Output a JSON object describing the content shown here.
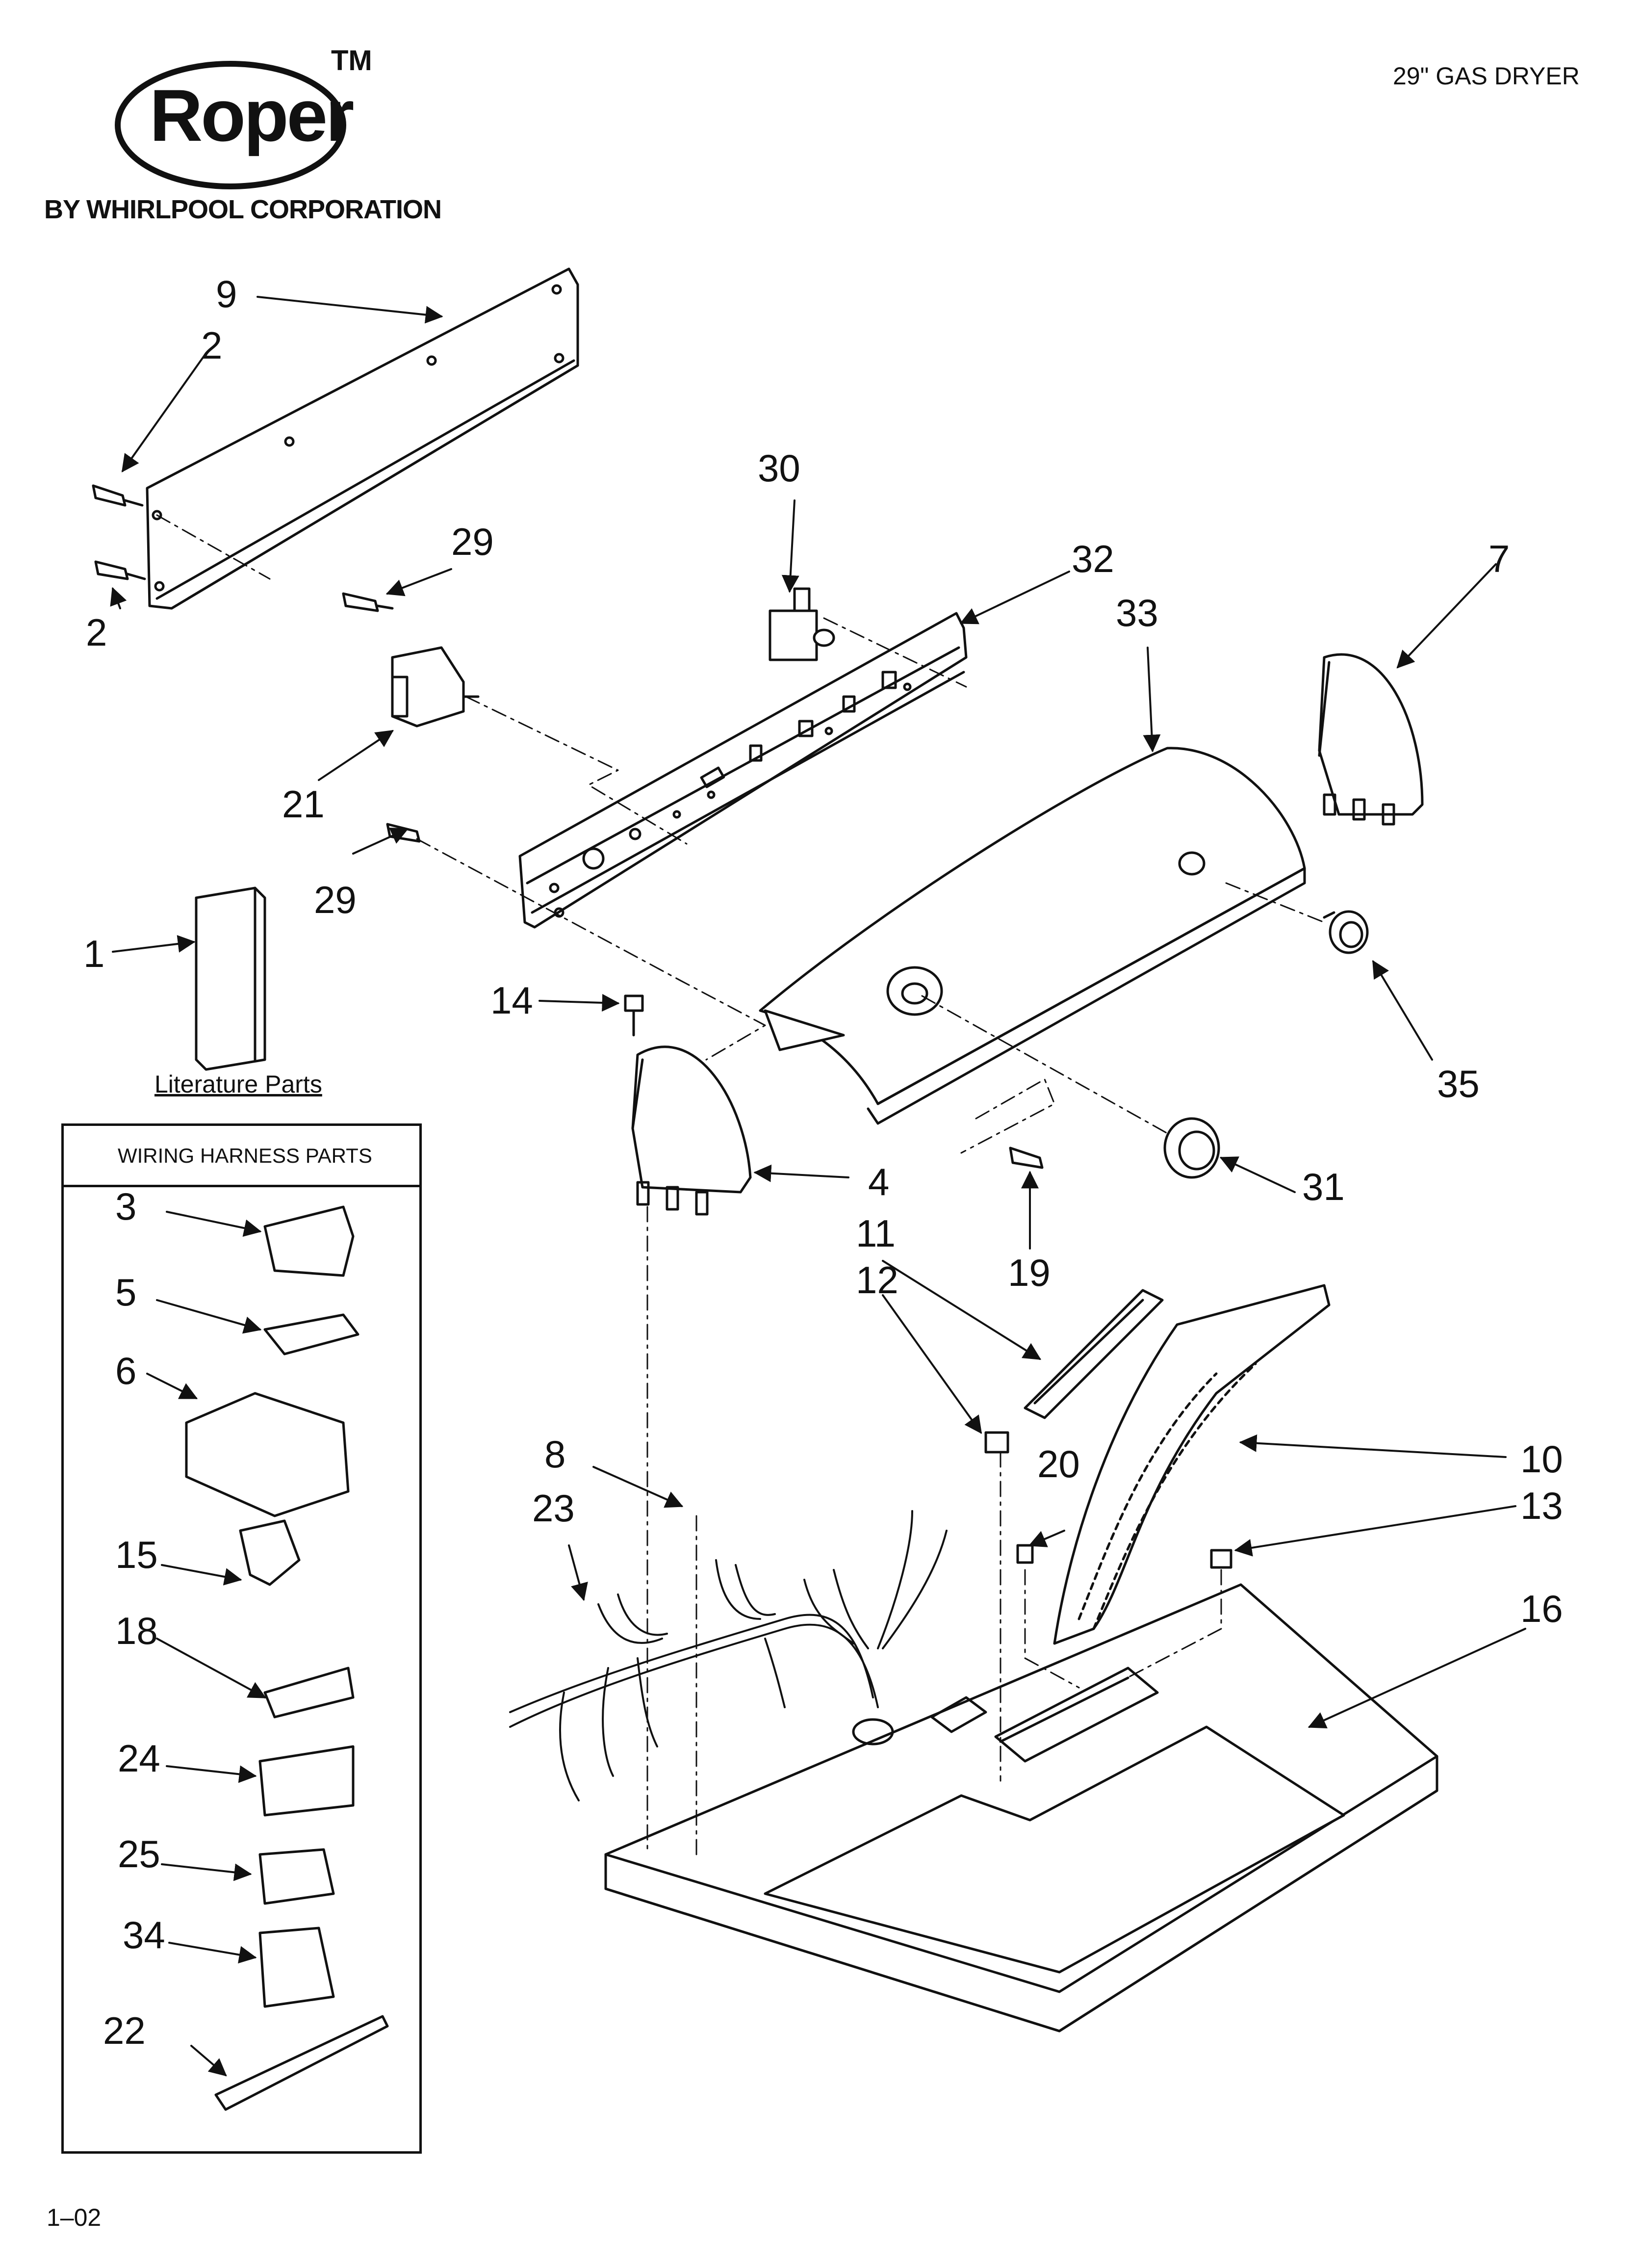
{
  "header": {
    "brand": "Roper",
    "trademark": "TM",
    "byline": "BY WHIRLPOOL CORPORATION",
    "model_title": "29\" GAS DRYER"
  },
  "footer": {
    "revision": "1–02"
  },
  "literature": {
    "label": "Literature Parts"
  },
  "harness_box": {
    "title": "WIRING HARNESS PARTS"
  },
  "callouts": {
    "c1": "1",
    "c2a": "2",
    "c2b": "2",
    "c3": "3",
    "c4": "4",
    "c5": "5",
    "c6": "6",
    "c7": "7",
    "c8": "8",
    "c9": "9",
    "c10": "10",
    "c11": "11",
    "c12": "12",
    "c13": "13",
    "c14": "14",
    "c15": "15",
    "c16": "16",
    "c18": "18",
    "c19": "19",
    "c20": "20",
    "c21": "21",
    "c22": "22",
    "c23": "23",
    "c24": "24",
    "c25": "25",
    "c29a": "29",
    "c29b": "29",
    "c30": "30",
    "c31": "31",
    "c32": "32",
    "c33": "33",
    "c34": "34",
    "c35": "35"
  }
}
